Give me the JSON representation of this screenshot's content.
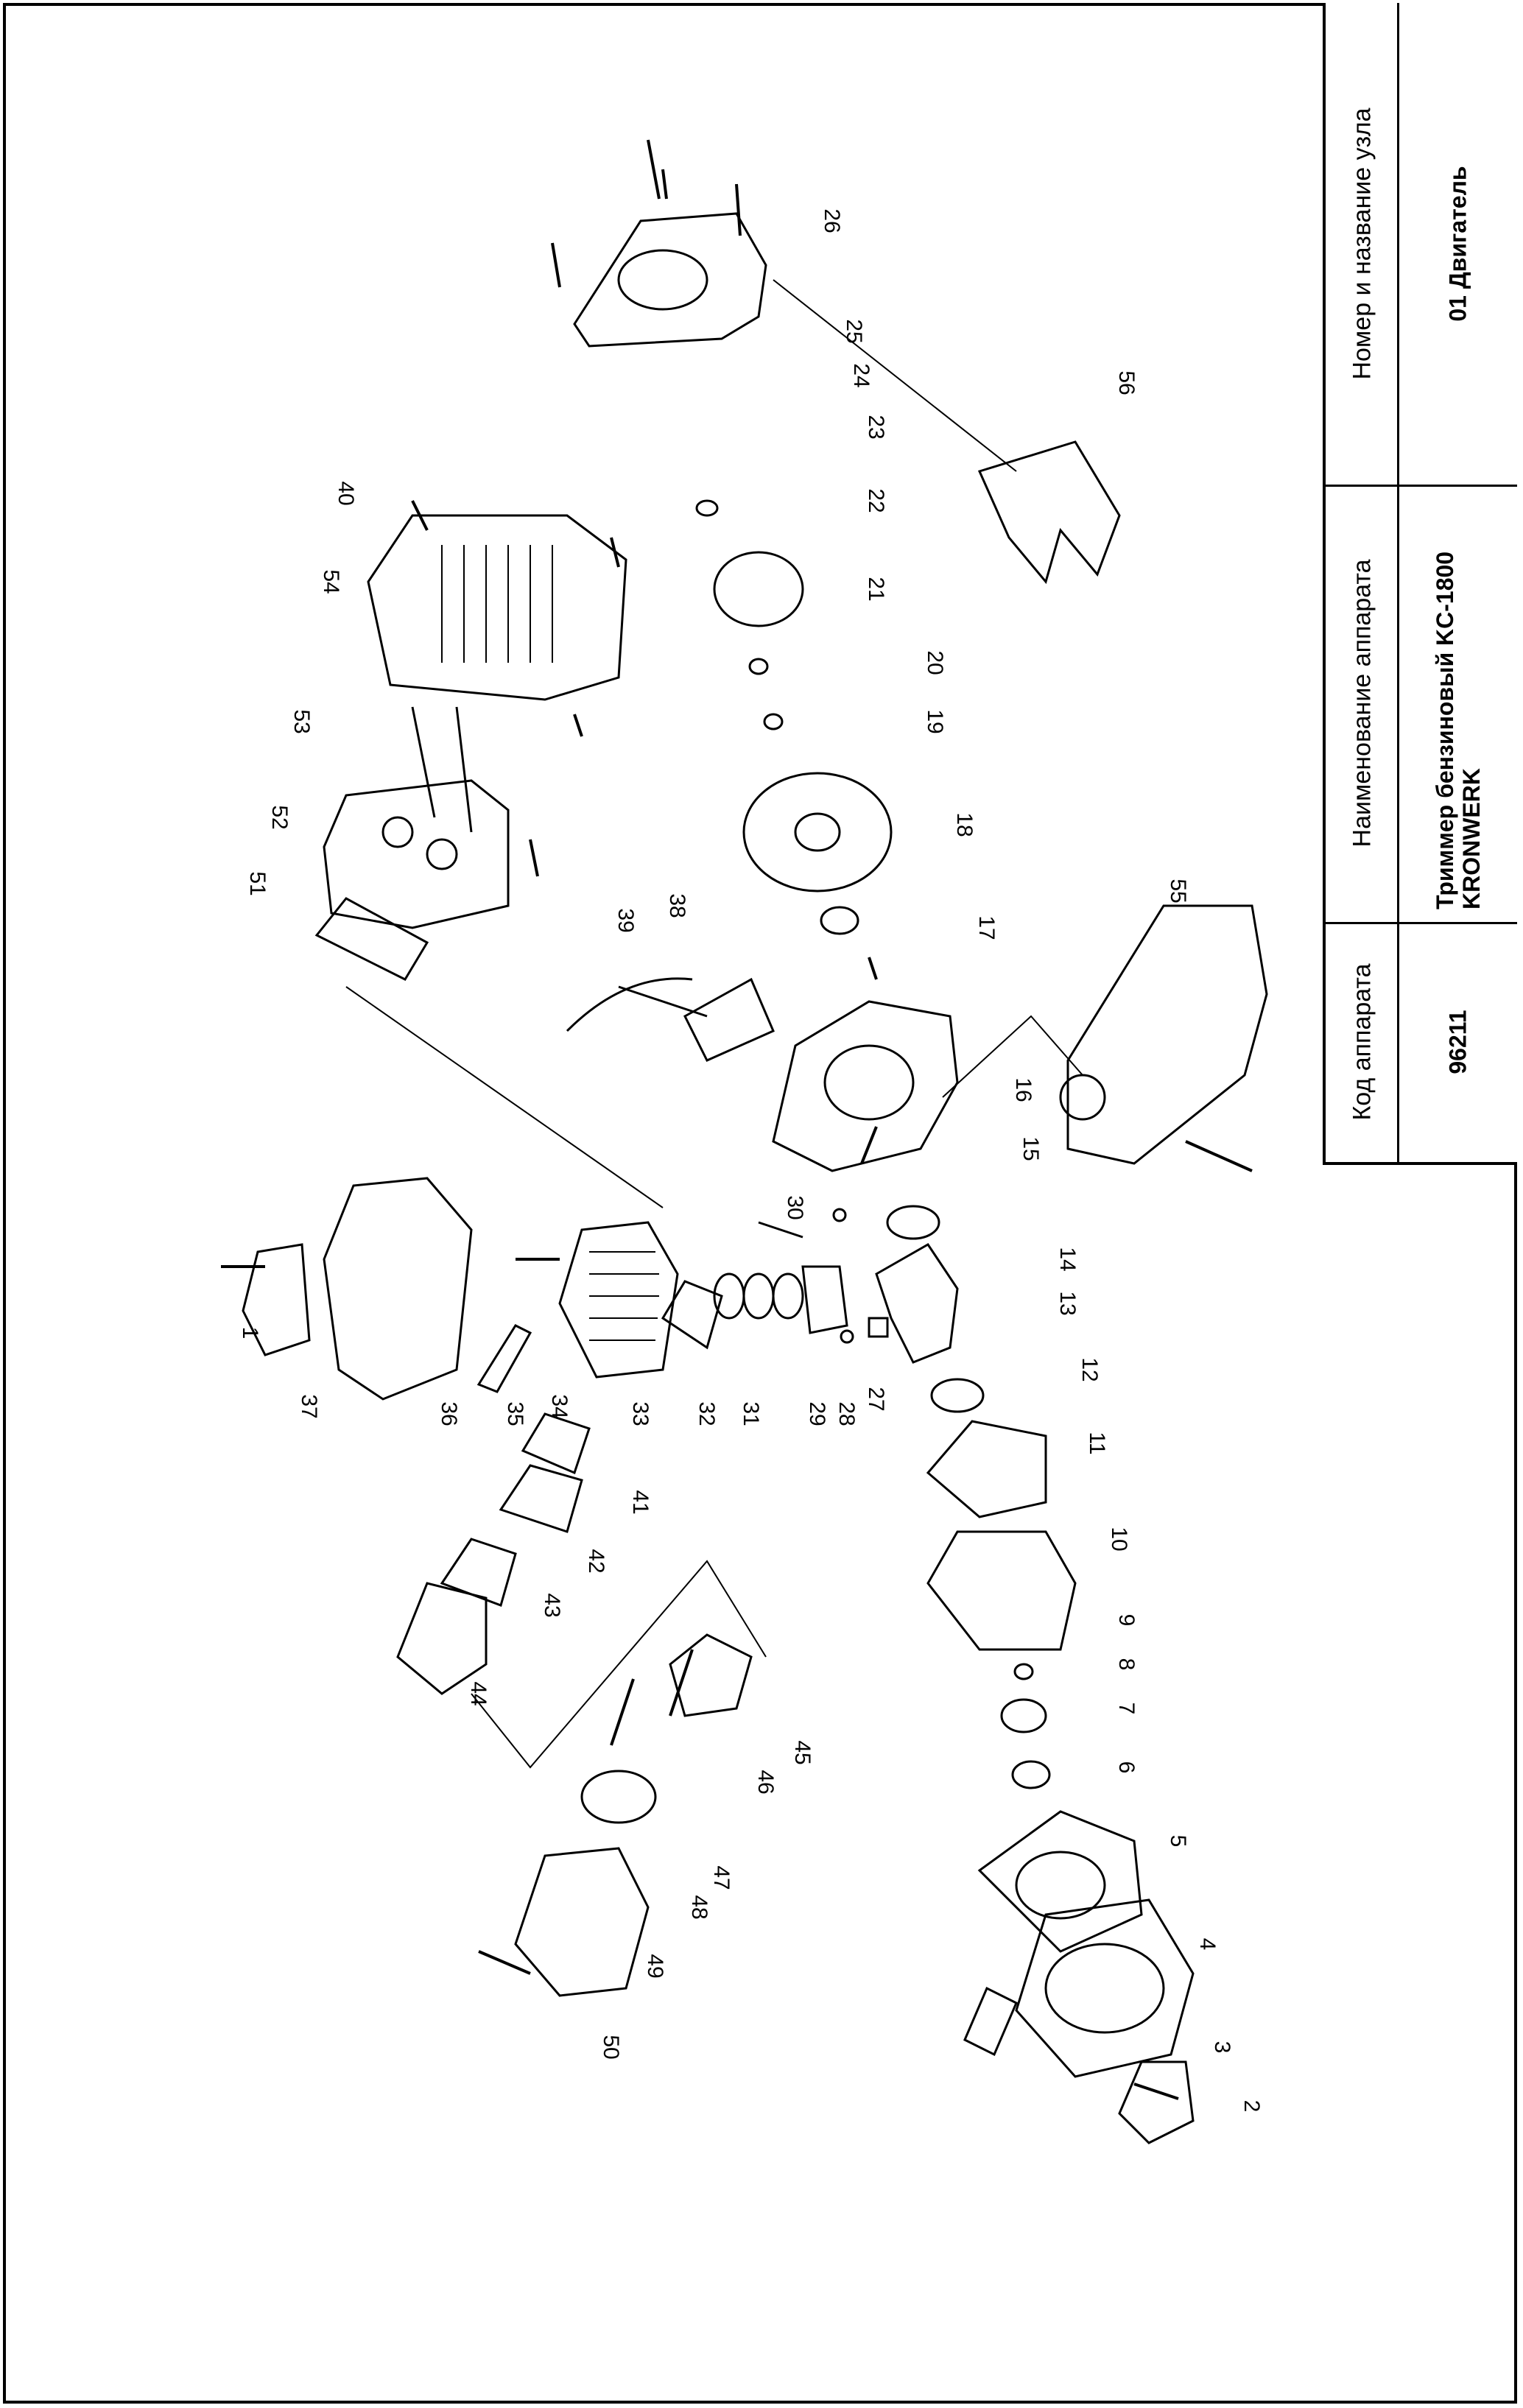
{
  "title_block": {
    "cells": [
      {
        "header": "Код аппарата",
        "value": "96211"
      },
      {
        "header": "Наименование аппарата",
        "value": "Триммер бензиновый KC-1800 KRONWERK"
      },
      {
        "header": "Номер и название узла",
        "value": "01 Двигатель"
      }
    ]
  },
  "callouts": [
    "1",
    "2",
    "3",
    "4",
    "5",
    "6",
    "7",
    "8",
    "9",
    "10",
    "11",
    "12",
    "13",
    "14",
    "15",
    "16",
    "17",
    "18",
    "19",
    "20",
    "21",
    "22",
    "23",
    "24",
    "25",
    "26",
    "27",
    "28",
    "29",
    "30",
    "31",
    "32",
    "33",
    "34",
    "35",
    "36",
    "37",
    "38",
    "39",
    "40",
    "41",
    "42",
    "43",
    "44",
    "45",
    "46",
    "47",
    "48",
    "49",
    "50",
    "51",
    "52",
    "53",
    "54",
    "55",
    "56"
  ],
  "colors": {
    "line": "#000000",
    "background": "#ffffff"
  }
}
